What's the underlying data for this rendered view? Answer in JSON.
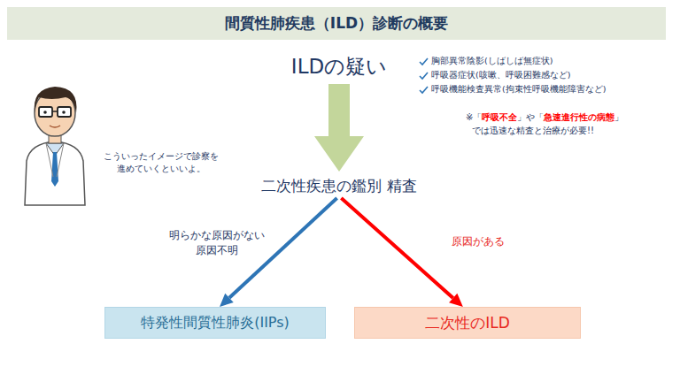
{
  "diagram": {
    "title": "間質性肺疾患（ILD）診断の概要",
    "nodes": [
      {
        "text": [
          "ILDの疑い"
        ]
      },
      {
        "text": [
          "二次性疾患の鑑別 精査"
        ]
      },
      {
        "text": [
          "特発性間質性肺炎(IIPs)"
        ]
      },
      {
        "text": [
          "二次性のILD"
        ]
      }
    ],
    "edges": [
      {
        "from": 0,
        "to": 1,
        "arrow": "to"
      },
      {
        "from": 1,
        "to": 2,
        "label": "明らかな原因がない 原因不明",
        "arrow": "to"
      },
      {
        "from": 1,
        "to": 3,
        "label": "原因がある",
        "arrow": "to"
      }
    ],
    "labels": [
      "胸部異常陰影(しばしば無症状)",
      "呼吸器症状(咳嗽、呼吸困難感など)",
      "呼吸機能検査異常(拘束性呼吸機能障害など)",
      "※「",
      "呼吸不全",
      "」や「",
      "急速進行性の病態",
      "」",
      "では迅速な精査と治療が必要!!",
      "こういったイメージで診察を 進めていくといいよ。"
    ]
  }
}
